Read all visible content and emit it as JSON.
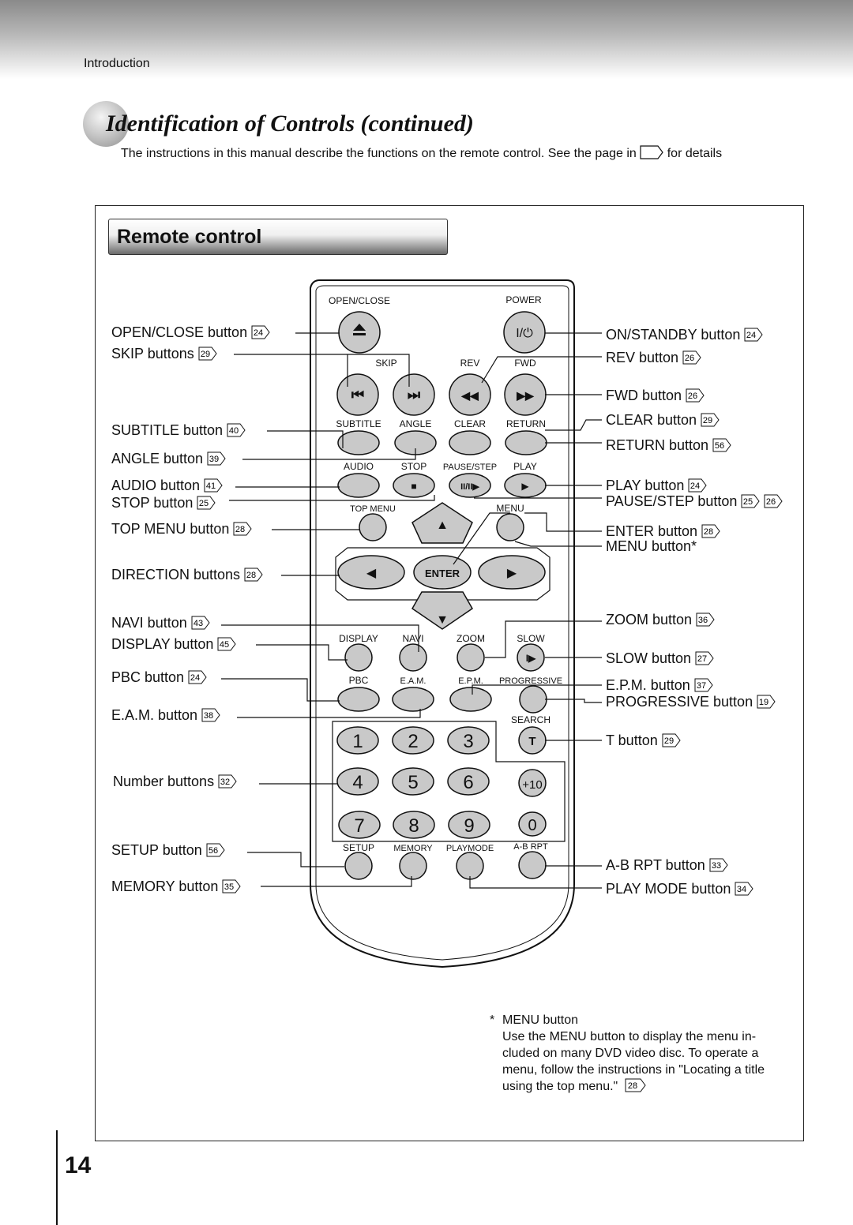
{
  "header": {
    "section": "Introduction"
  },
  "title": "Identification of Controls (continued)",
  "intro": {
    "before": "The instructions in this manual describe the functions on the remote control. See the page in",
    "after": "for details"
  },
  "panel_title": "Remote control",
  "left_labels": [
    {
      "text": "OPEN/CLOSE button",
      "ref": "24"
    },
    {
      "text": "SKIP buttons",
      "ref": "29"
    },
    {
      "text": "SUBTITLE button",
      "ref": "40"
    },
    {
      "text": "ANGLE button",
      "ref": "39"
    },
    {
      "text": "AUDIO button",
      "ref": "41"
    },
    {
      "text": "STOP button",
      "ref": "25"
    },
    {
      "text": "TOP MENU button",
      "ref": "28"
    },
    {
      "text": "DIRECTION buttons",
      "ref": "28"
    },
    {
      "text": "NAVI button",
      "ref": "43"
    },
    {
      "text": "DISPLAY button",
      "ref": "45"
    },
    {
      "text": "PBC button",
      "ref": "24"
    },
    {
      "text": "E.A.M. button",
      "ref": "38"
    },
    {
      "text": "Number buttons",
      "ref": "32"
    },
    {
      "text": "SETUP button",
      "ref": "56"
    },
    {
      "text": "MEMORY button",
      "ref": "35"
    }
  ],
  "right_labels": [
    {
      "text": "ON/STANDBY button",
      "ref": "24"
    },
    {
      "text": "REV button",
      "ref": "26"
    },
    {
      "text": "FWD button",
      "ref": "26"
    },
    {
      "text": "CLEAR button",
      "ref": "29"
    },
    {
      "text": "RETURN button",
      "ref": "56"
    },
    {
      "text": "PLAY button",
      "ref": "24"
    },
    {
      "text": "PAUSE/STEP button",
      "ref": "25",
      "ref2": "26"
    },
    {
      "text": "ENTER button",
      "ref": "28"
    },
    {
      "text": "MENU button*"
    },
    {
      "text": "ZOOM button",
      "ref": "36"
    },
    {
      "text": "SLOW button",
      "ref": "27"
    },
    {
      "text": "E.P.M. button",
      "ref": "37"
    },
    {
      "text": "PROGRESSIVE button",
      "ref": "19"
    },
    {
      "text": "T button",
      "ref": "29"
    },
    {
      "text": "A-B RPT button",
      "ref": "33"
    },
    {
      "text": "PLAY MODE button",
      "ref": "34"
    }
  ],
  "remote": {
    "printed": {
      "open_close": "OPEN/CLOSE",
      "power": "POWER",
      "skip": "SKIP",
      "rev": "REV",
      "fwd": "FWD",
      "subtitle": "SUBTITLE",
      "angle": "ANGLE",
      "clear": "CLEAR",
      "return": "RETURN",
      "audio": "AUDIO",
      "stop": "STOP",
      "pause_step": "PAUSE/STEP",
      "play": "PLAY",
      "top_menu": "TOP MENU",
      "menu": "MENU",
      "enter": "ENTER",
      "display": "DISPLAY",
      "navi": "NAVI",
      "zoom": "ZOOM",
      "slow": "SLOW",
      "pbc": "PBC",
      "eam": "E.A.M.",
      "epm": "E.P.M.",
      "progressive": "PROGRESSIVE",
      "search": "SEARCH",
      "setup": "SETUP",
      "memory": "MEMORY",
      "playmode": "PLAYMODE",
      "abrpt": "A-B RPT",
      "power_symbol": "I/⏻",
      "t_key": "T",
      "plus10": "+10"
    },
    "digits": [
      "1",
      "2",
      "3",
      "4",
      "5",
      "6",
      "7",
      "8",
      "9",
      "0"
    ]
  },
  "footnote": {
    "star": "*",
    "heading": "MENU button",
    "body": "Use the MENU button to display the menu in-cluded on many DVD video disc. To operate a menu, follow the instructions in \"Locating a title using the top menu.\"",
    "ref": "28"
  },
  "page_number": "14",
  "colors": {
    "button_fill": "#c9c9c9",
    "button_stroke": "#111111",
    "remote_fill": "#ffffff"
  }
}
